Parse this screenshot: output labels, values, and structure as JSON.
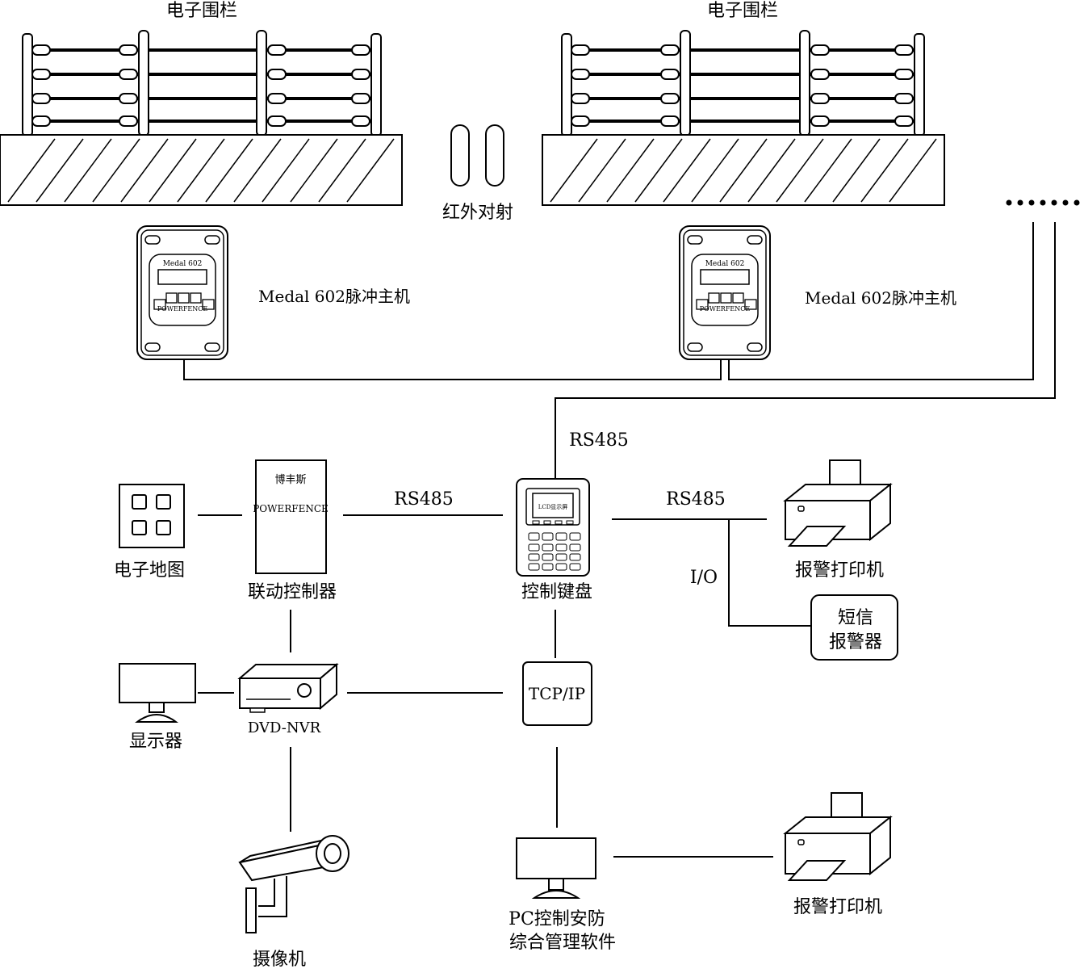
{
  "fences": [
    {
      "label": "电子围栏"
    },
    {
      "label": "电子围栏"
    }
  ],
  "infrared": {
    "label": "红外对射"
  },
  "hosts": [
    {
      "label": "Medal 602脉冲主机",
      "device_text": "Medal 602",
      "brand_text": "POWERFENCE"
    },
    {
      "label": "Medal 602脉冲主机",
      "device_text": "Medal 602",
      "brand_text": "POWERFENCE"
    }
  ],
  "continuation": {
    "label": "……"
  },
  "links": {
    "rs485_top": "RS485",
    "rs485_left": "RS485",
    "rs485_right": "RS485",
    "io": "I/O",
    "tcpip": "TCP/IP"
  },
  "devices": {
    "emap": {
      "label": "电子地图"
    },
    "linkage_controller": {
      "label": "联动控制器",
      "chinese_brand": "博丰斯",
      "english_brand": "POWERFENCE"
    },
    "keyboard": {
      "label": "控制键盘",
      "lcd_text": "LCD显示屏"
    },
    "printer_top": {
      "label": "报警打印机"
    },
    "sms_alarm": {
      "line1": "短信",
      "line2": "报警器"
    },
    "monitor": {
      "label": "显示器"
    },
    "nvr": {
      "label": "DVD-NVR"
    },
    "camera": {
      "label": "摄像机"
    },
    "pc": {
      "line1": "PC控制安防",
      "line2": "综合管理软件"
    },
    "printer_bottom": {
      "label": "报警打印机"
    }
  }
}
